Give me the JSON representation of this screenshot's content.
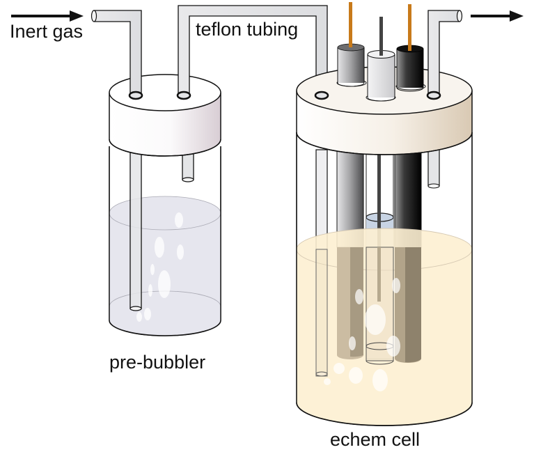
{
  "diagram": {
    "title": "Electrochemical cell purging setup",
    "labels": {
      "inert_gas": "Inert gas",
      "tubing": "teflon tubing",
      "pre_bubbler": "pre-bubbler",
      "echem_cell": "echem cell"
    },
    "components": {
      "pre_bubbler": {
        "liquid": "clear solvent",
        "liquid_color": "#e6e6ee",
        "cap_color": "#ffffff"
      },
      "echem_cell": {
        "liquid": "electrolyte solution",
        "liquid_color": "#fdf0d5",
        "cap_color": "#f7f1e8",
        "electrodes": [
          {
            "name": "working electrode",
            "body_color": "#808080",
            "wire_color": "#c87a1a"
          },
          {
            "name": "reference electrode",
            "body_color": "#e8e8ea",
            "wire_color": "#444444",
            "frit_color": "#c8d4e4"
          },
          {
            "name": "counter electrode",
            "body_color": "#111111",
            "wire_color": "#c87a1a"
          }
        ]
      }
    },
    "flow": {
      "inlet": "gas in (left arrow)",
      "outlet": "gas out (right arrow)"
    },
    "colors": {
      "outline": "#111111",
      "tube_fill": "#e4e5e7",
      "bubble": "#ffffff"
    }
  }
}
